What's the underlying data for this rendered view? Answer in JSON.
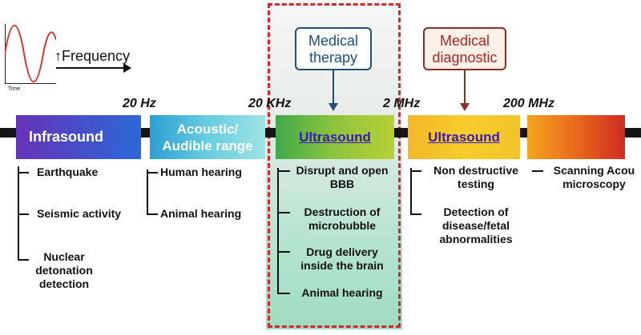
{
  "legend": {
    "time_label": "Time",
    "frequency_label": "Frequency"
  },
  "callouts": {
    "therapy": "Medical therapy",
    "diagnostic": "Medical diagnostic"
  },
  "frequency_marks": [
    "20 Hz",
    "20 KHz",
    "2 MHz",
    "200 MHz"
  ],
  "bands": {
    "infrasound": "Infrasound",
    "acoustic_line1": "Acoustic/",
    "acoustic_line2": "Audible range",
    "ultrasound_therapy": "Ultrasound",
    "ultrasound_diagnostic": "Ultrasound"
  },
  "lists": {
    "infrasound": [
      "Earthquake",
      "Seismic activity",
      "Nuclear",
      "detonation",
      "detection"
    ],
    "acoustic": [
      "Human hearing",
      "Animal hearing"
    ],
    "therapy": [
      "Disrupt and open",
      "BBB",
      "Destruction of",
      "microbubble",
      "Drug delivery",
      "inside the brain",
      "Animal hearing"
    ],
    "diagnostic": [
      "Non destructive",
      "testing",
      "Detection of",
      "disease/fetal",
      "abnormalities"
    ],
    "high": [
      "Scanning Acou",
      "microscopy"
    ]
  },
  "colors": {
    "focus_border": "#d12a2a",
    "therapy_callout": "#1a4e8a",
    "diagnostic_callout": "#b0241f",
    "ultrasound_link": "#3a1bb5"
  },
  "icons": [
    "sine-wave-icon",
    "up-arrow-icon",
    "right-arrow-icon",
    "down-arrow-icon"
  ]
}
